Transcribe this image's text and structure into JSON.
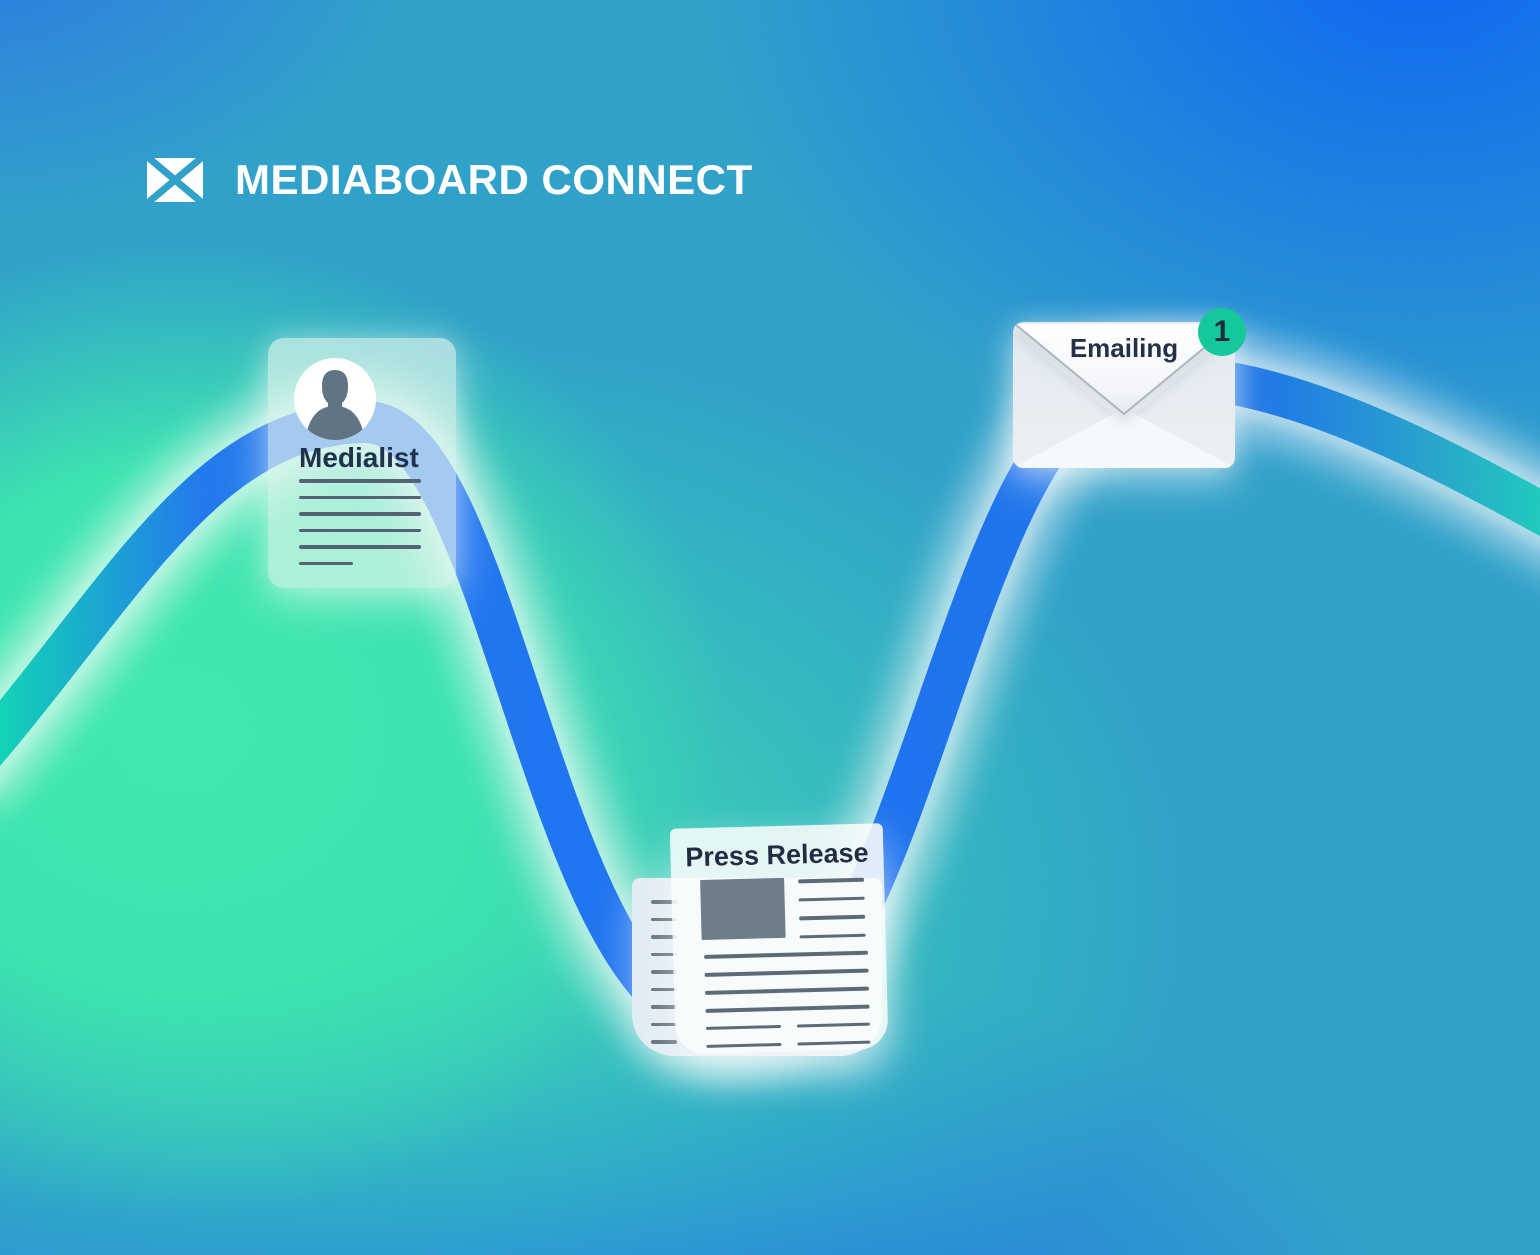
{
  "brand": {
    "title": "MEDIABOARD CONNECT"
  },
  "nodes": {
    "medialist": {
      "label": "Medialist"
    },
    "press_release": {
      "label": "Press Release"
    },
    "emailing": {
      "label": "Emailing",
      "badge_count": "1"
    }
  },
  "palette": {
    "background_green": "#3de6ad",
    "background_blue": "#0d63f2",
    "background_cyan": "#2f9fc8",
    "curve_blue": "#1e70f0",
    "curve_teal_left": "#12d2b4",
    "curve_teal_right": "#1fc8bc",
    "badge_green": "#13c798",
    "heading_navy": "#20304a",
    "placeholder_gray": "#51616d"
  }
}
